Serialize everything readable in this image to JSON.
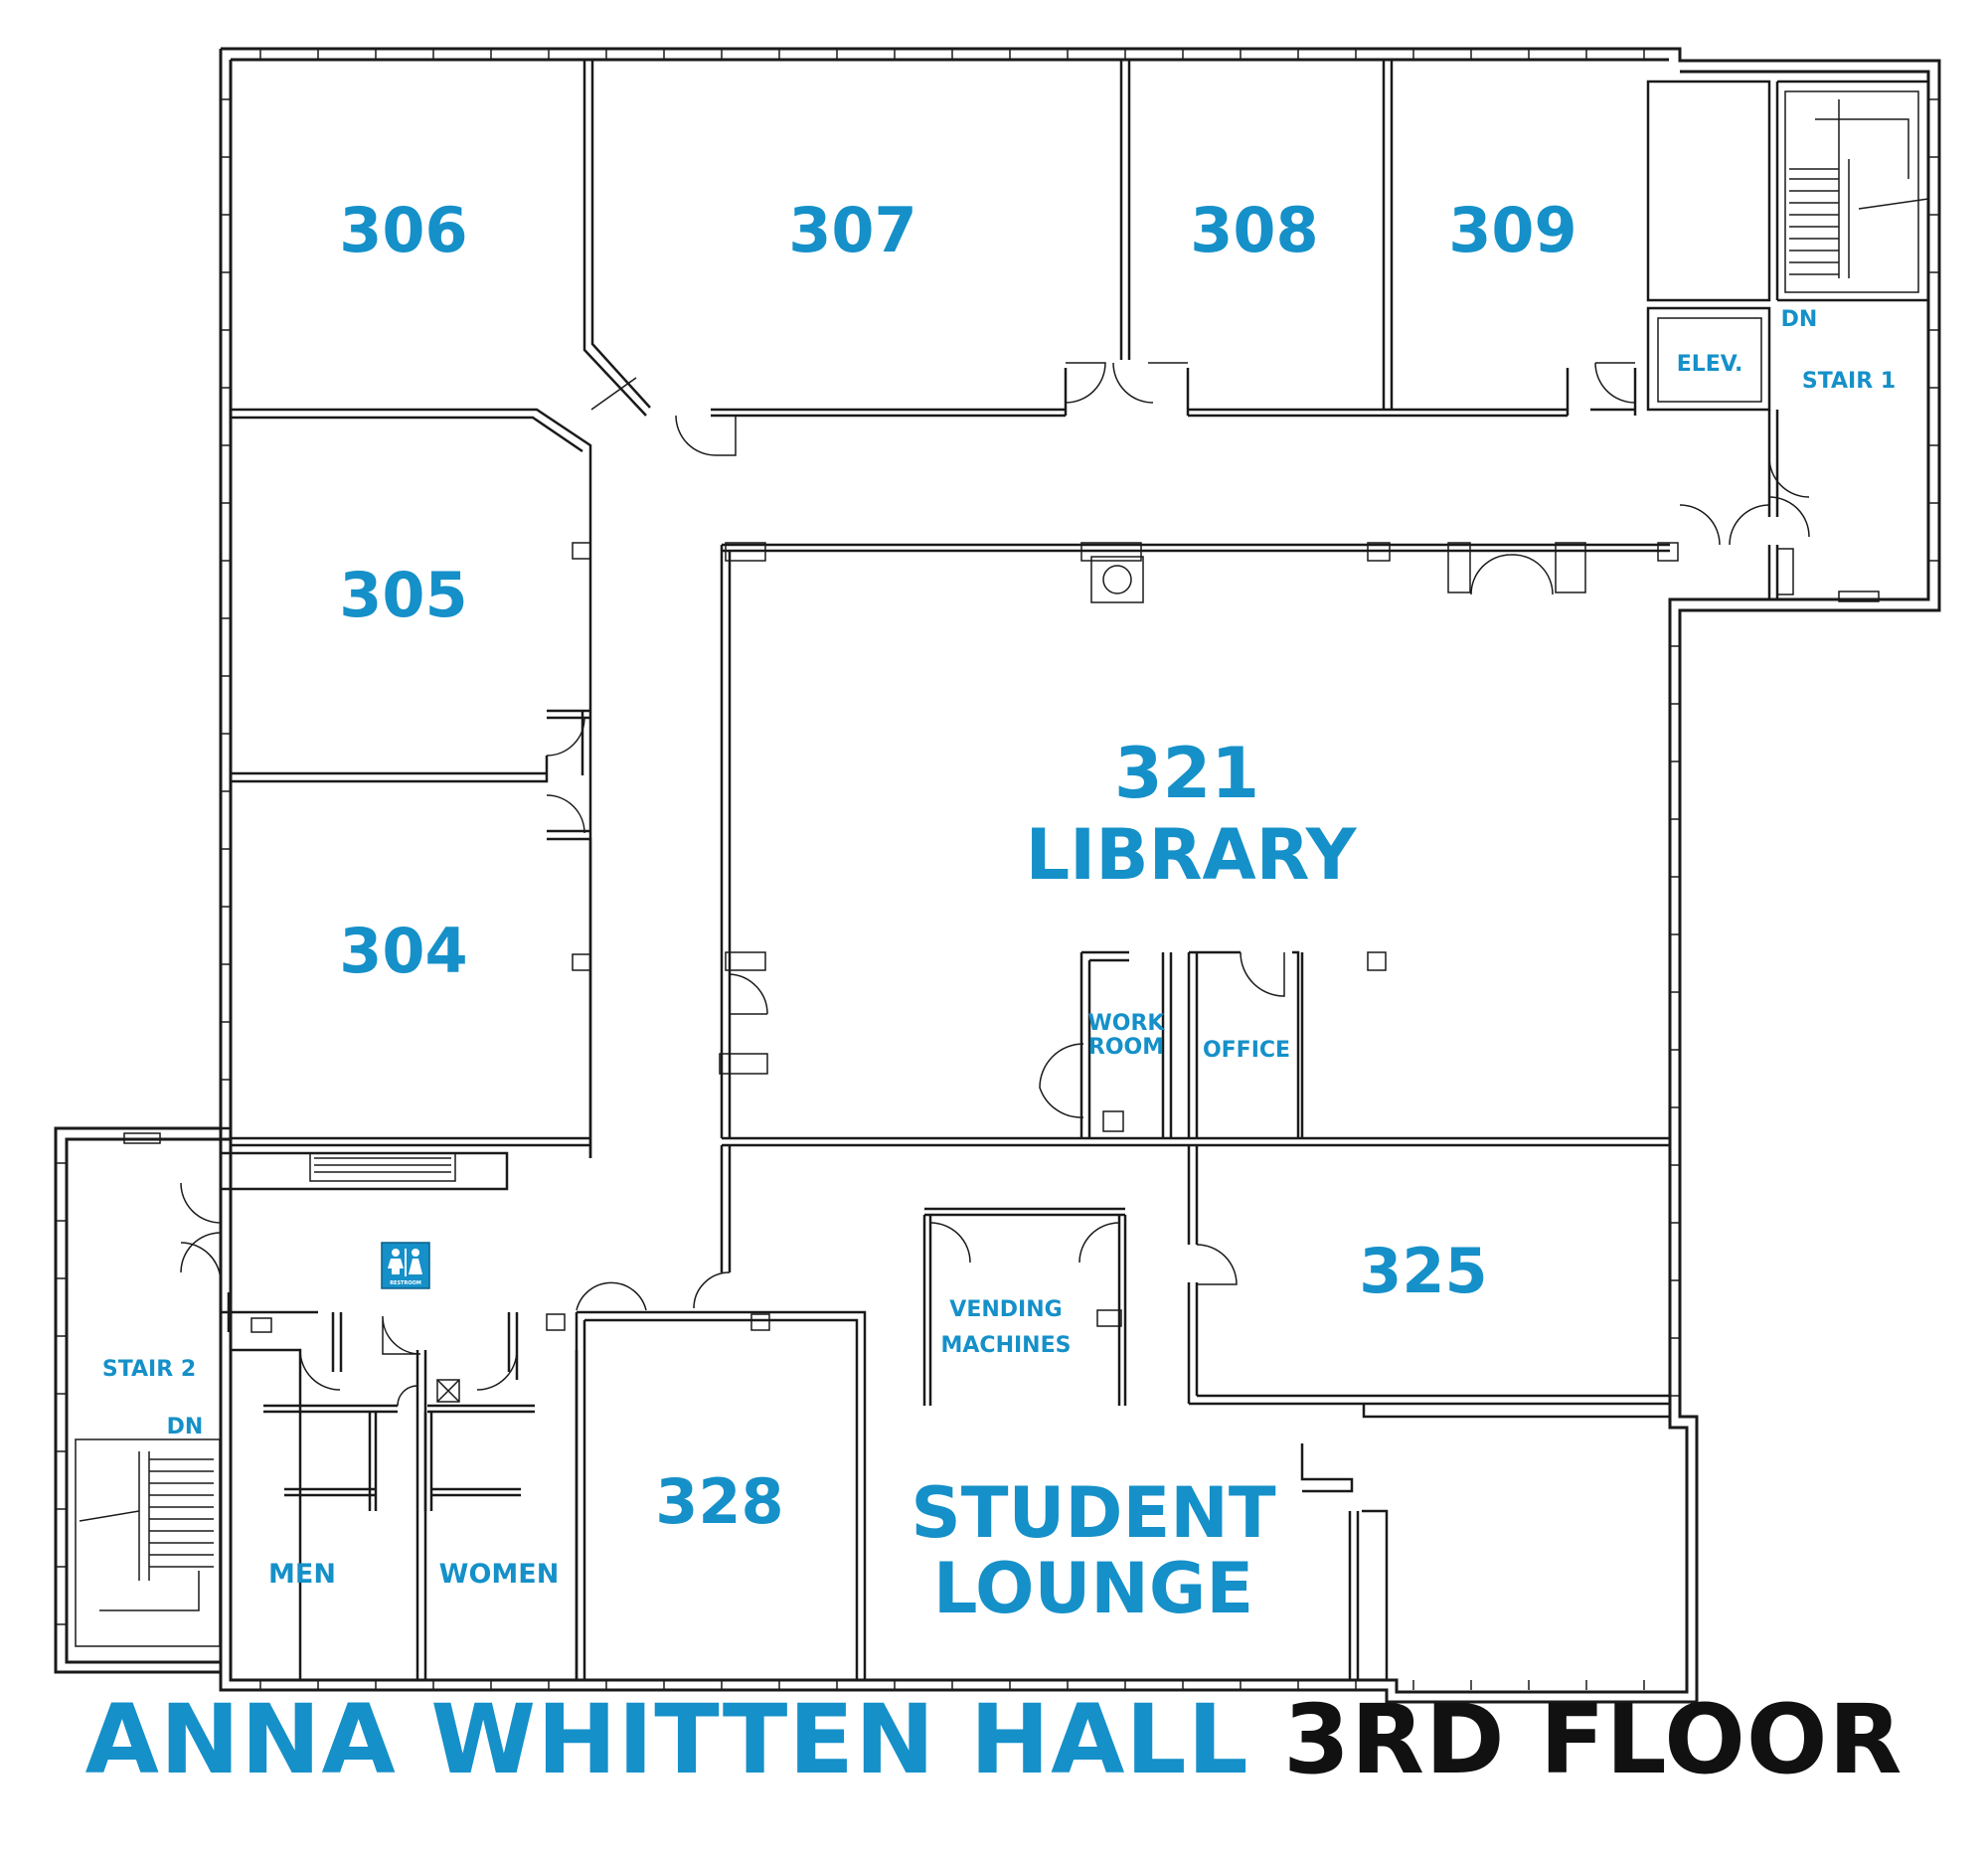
{
  "title": {
    "building": "ANNA WHITTEN HALL",
    "floor": "3RD FLOOR",
    "color_building": "#1590c9",
    "color_floor": "#111111"
  },
  "rooms": {
    "r306": "306",
    "r307": "307",
    "r308": "308",
    "r309": "309",
    "r305": "305",
    "r304": "304",
    "r321_num": "321",
    "r321_name": "LIBRARY",
    "work_room_1": "WORK",
    "work_room_2": "ROOM",
    "office": "OFFICE",
    "r325": "325",
    "r328": "328",
    "vending_1": "VENDING",
    "vending_2": "MACHINES",
    "lounge_1": "STUDENT",
    "lounge_2": "LOUNGE",
    "men": "MEN",
    "women": "WOMEN",
    "elev": "ELEV.",
    "stair1": "STAIR 1",
    "stair1_dn": "DN",
    "stair2": "STAIR 2",
    "stair2_dn": "DN",
    "restroom_sign": "RESTROOM"
  },
  "colors": {
    "label": "#1590c9",
    "walls": "#1a1a1a",
    "sign_bg": "#1590c9"
  },
  "icons": {
    "restroom": "restroom-sign-icon",
    "elevator": "elevator-icon"
  }
}
